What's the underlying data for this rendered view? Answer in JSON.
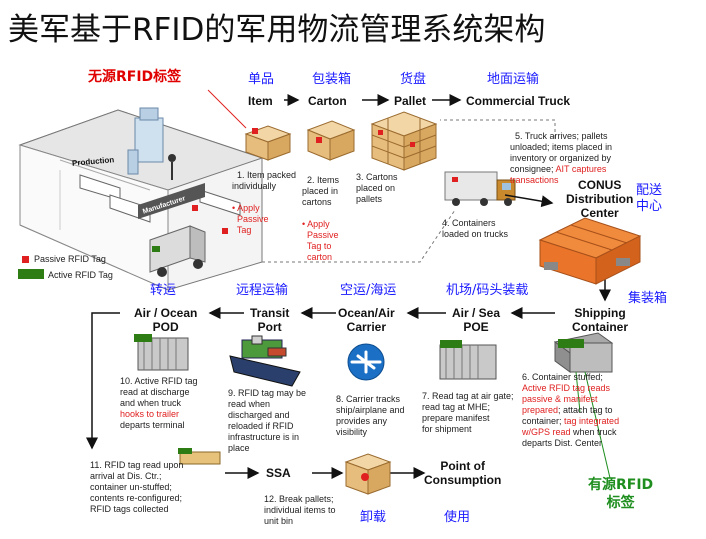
{
  "title": "美军基于RFID的军用物流管理系统架构",
  "labels_cn": {
    "passive_tag": "无源RFID标签",
    "item": "单品",
    "carton": "包装箱",
    "pallet": "货盘",
    "truck": "地面运输",
    "dist_center": "配送\n中心",
    "container": "集装箱",
    "air_sea_poe": "机场/码头装载",
    "air_ocean_carrier": "空运/海运",
    "transit_port": "远程运输",
    "pod": "转运",
    "unload": "卸载",
    "use": "使用",
    "active_tag": "有源RFID\n标签"
  },
  "stages": {
    "item": "Item",
    "carton": "Carton",
    "pallet": "Pallet",
    "truck": "Commercial Truck",
    "conus": "CONUS\nDistribution\nCenter",
    "shipping": "Shipping\nContainer",
    "poe": "Air / Sea\nPOE",
    "carrier": "Ocean/Air\nCarrier",
    "port": "Transit\nPort",
    "pod": "Air / Ocean\nPOD",
    "ssa": "SSA",
    "consumption": "Point of\nConsumption"
  },
  "building": {
    "production": "Production",
    "manufacturer": "Manufacturer"
  },
  "legend": {
    "passive": "Passive RFID Tag",
    "active": "Active RFID Tag"
  },
  "notes": {
    "n1a": "1. Item packed\nindividually",
    "n1b": "• Apply\n  Passive\n  Tag",
    "n2a": "2. Items\nplaced in\ncartons",
    "n2b": "• Apply\n  Passive\n  Tag to\n  carton",
    "n3": "3. Cartons\nplaced on\npallets",
    "n4": "4. Containers\nloaded on trucks",
    "n5a": "5. Truck arrives; pallets\nunloaded; items placed in\ninventory or organized by\nconsignee; ",
    "n5b": "AIT captures\ntransactions",
    "n6": "6. Container stuffed;\n",
    "n6b": "Active RFID tag reads\npassive & manifest\nprepared",
    "n6c": "; attach tag to\ncontainer; ",
    "n6d": "tag integrated\nw/GPS read",
    "n6e": " when truck\ndeparts Dist. Center",
    "n7": "7. Read tag at air gate;\nread tag at MHE;\nprepare manifest\nfor shipment",
    "n8": "8. Carrier tracks\nship/airplane and\nprovides any\nvisibility",
    "n9": "9. RFID tag may be\nread when\ndischarged and\nreloaded if RFID\ninfrastructure is in\nplace",
    "n10a": "10. Active RFID tag\nread at discharge\nand when truck\n",
    "n10b": "hooks to trailer",
    "n10c": "\ndeparts terminal",
    "n11": "11. RFID tag read upon\narrival at Dis. Ctr.;\ncontainer un-stuffed;\ncontents re-configured;\nRFID tags collected",
    "n12": "12. Break pallets;\nindividual items to\nunit bin"
  },
  "colors": {
    "blue_cn": "#1a1aff",
    "red": "#e02020",
    "green": "#1e8e1e",
    "active_tag": "#2e7d14",
    "passive_tag": "#e02020"
  }
}
